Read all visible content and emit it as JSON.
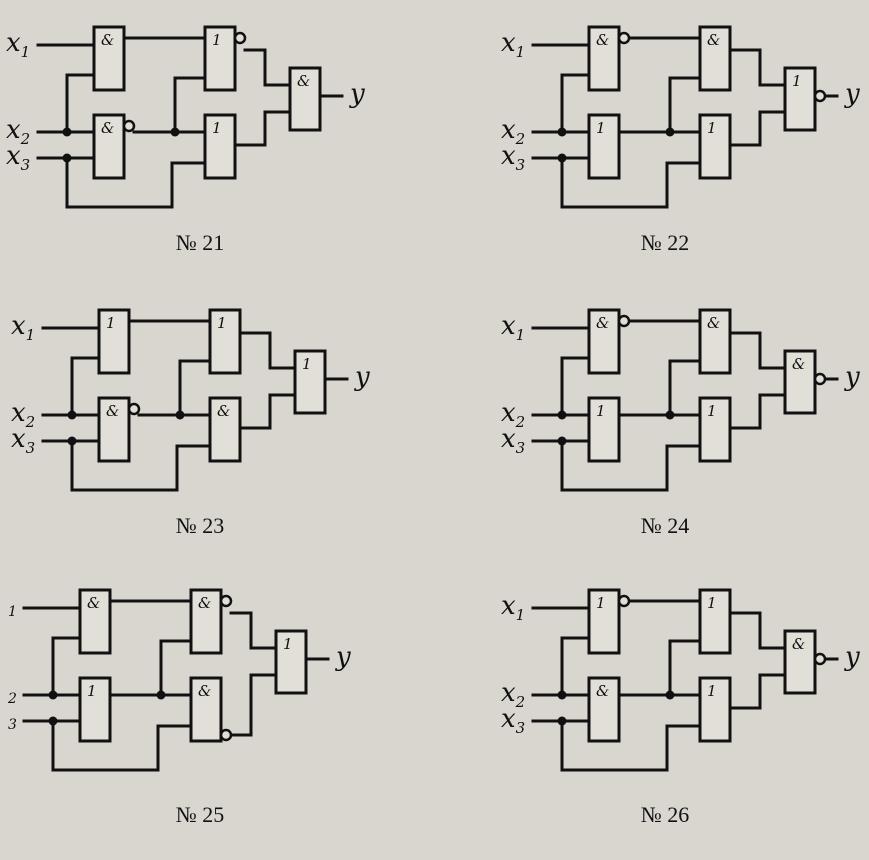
{
  "diagrams": [
    {
      "caption": "№ 21",
      "inputs": [
        "x1",
        "x2",
        "x3"
      ],
      "gates": {
        "g1": "&",
        "g2": "&",
        "g3": "1",
        "g4": "1",
        "out": "&"
      },
      "inverted": {
        "g1": false,
        "g2": true,
        "g3": true,
        "g4": false,
        "out": false
      },
      "output": "y"
    },
    {
      "caption": "№ 22",
      "inputs": [
        "x1",
        "x2",
        "x3"
      ],
      "gates": {
        "g1": "&",
        "g2": "1",
        "g3": "&",
        "g4": "1",
        "out": "1"
      },
      "inverted": {
        "g1": true,
        "g2": false,
        "g3": false,
        "g4": false,
        "out": true
      },
      "output": "y"
    },
    {
      "caption": "№ 23",
      "inputs": [
        "x1",
        "x2",
        "x3"
      ],
      "gates": {
        "g1": "1",
        "g2": "&",
        "g3": "1",
        "g4": "&",
        "out": "1"
      },
      "inverted": {
        "g1": false,
        "g2": true,
        "g3": false,
        "g4": false,
        "out": false
      },
      "output": "y"
    },
    {
      "caption": "№ 24",
      "inputs": [
        "x1",
        "x2",
        "x3"
      ],
      "gates": {
        "g1": "&",
        "g2": "1",
        "g3": "&",
        "g4": "1",
        "out": "&"
      },
      "inverted": {
        "g1": true,
        "g2": false,
        "g3": false,
        "g4": false,
        "out": true
      },
      "output": "y"
    },
    {
      "caption": "№ 25",
      "inputs": [
        "1",
        "2",
        "3"
      ],
      "gates": {
        "g1": "&",
        "g2": "1",
        "g3": "&",
        "g4": "&",
        "out": "1"
      },
      "inverted": {
        "g1": false,
        "g2": false,
        "g3": true,
        "g4": true,
        "out": false
      },
      "output": "y"
    },
    {
      "caption": "№ 26",
      "inputs": [
        "x1",
        "x2",
        "x3"
      ],
      "gates": {
        "g1": "1",
        "g2": "&",
        "g3": "1",
        "g4": "1",
        "out": "&"
      },
      "inverted": {
        "g1": true,
        "g2": false,
        "g3": false,
        "g4": false,
        "out": true
      },
      "output": "y"
    }
  ]
}
